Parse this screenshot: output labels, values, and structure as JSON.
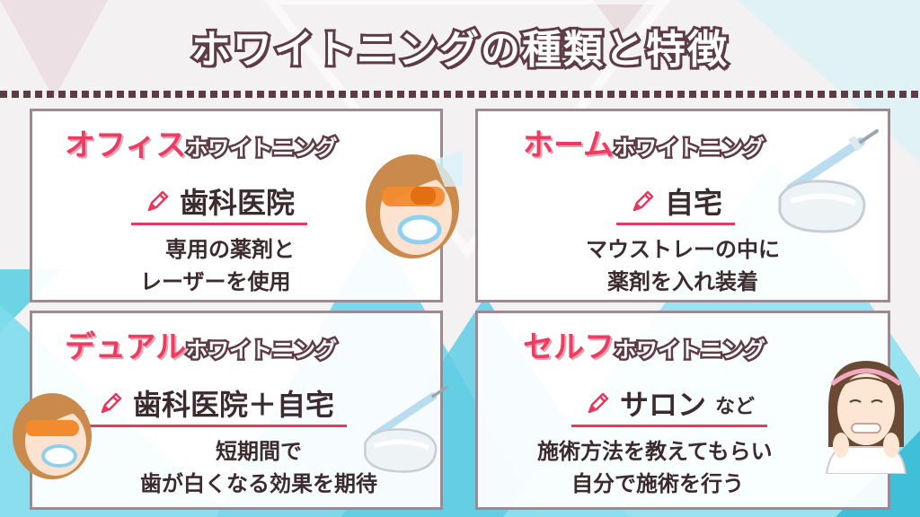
{
  "title": "ホワイトニングの種類と特徴",
  "cards": [
    {
      "name_main": "オフィス",
      "name_sub": "ホワイトニング",
      "place": "歯科医院",
      "place_suffix": "",
      "desc_line1": "専用の薬剤と",
      "desc_line2": "レーザーを使用"
    },
    {
      "name_main": "ホーム",
      "name_sub": "ホワイトニング",
      "place": "自宅",
      "place_suffix": "",
      "desc_line1": "マウストレーの中に",
      "desc_line2": "薬剤を入れ装着"
    },
    {
      "name_main": "デュアル",
      "name_sub": "ホワイトニング",
      "place": "歯科医院＋自宅",
      "place_suffix": "",
      "desc_line1": "短期間で",
      "desc_line2": "歯が白くなる効果を期待"
    },
    {
      "name_main": "セルフ",
      "name_sub": "ホワイトニング",
      "place": "サロン",
      "place_suffix": "など",
      "desc_line1": "施術方法を教えてもらい",
      "desc_line2": "自分で施術を行う"
    }
  ],
  "colors": {
    "accent_pink": "#ef3a62",
    "dark_brown": "#5e3c46",
    "card_border": "#9c8a90",
    "bg_cyan": "#6fd3e6"
  },
  "icons": [
    "pencil-icon",
    "woman-teeth-laser-illustration",
    "mouth-tray-syringe-illustration",
    "woman-smiling-illustration"
  ]
}
